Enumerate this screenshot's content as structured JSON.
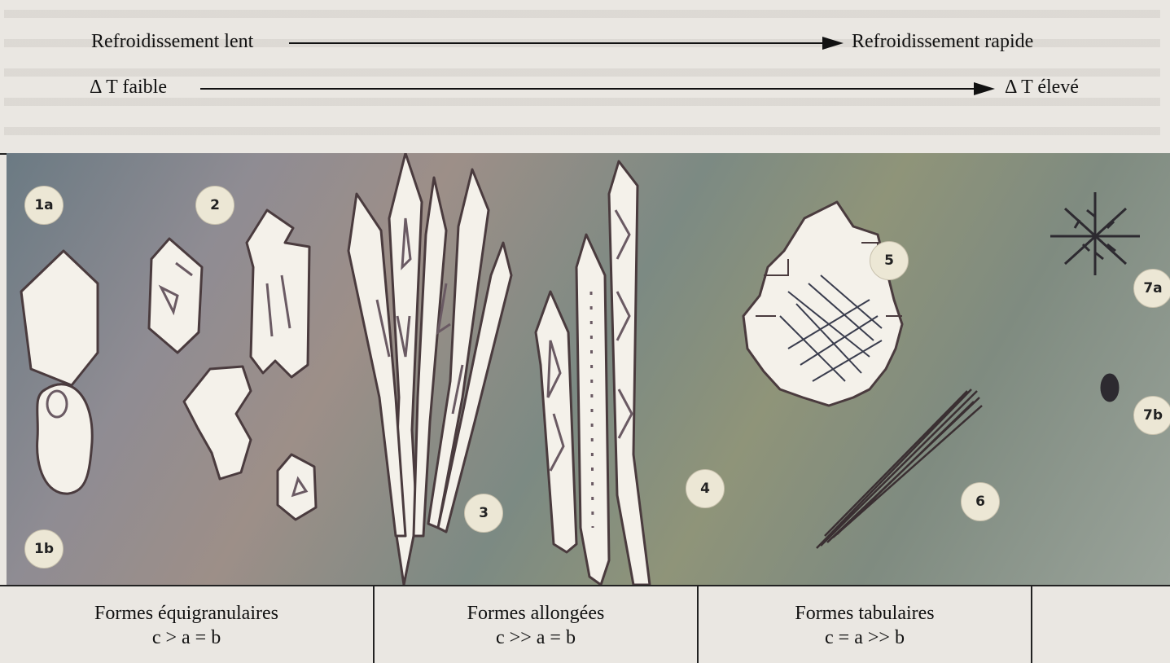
{
  "scale": {
    "slow": "Refroidissement lent",
    "fast": "Refroidissement rapide",
    "dt_low": "Δ T faible",
    "dt_high": "Δ T élevé"
  },
  "labels": {
    "l1a": "1a",
    "l1b": "1b",
    "l2": "2",
    "l3": "3",
    "l4": "4",
    "l5": "5",
    "l6": "6",
    "l7a": "7a",
    "l7b": "7b"
  },
  "categories": [
    {
      "title": "Formes équigranulaires",
      "formula": "c > a = b"
    },
    {
      "title": "Formes allongées",
      "formula": "c >> a = b"
    },
    {
      "title": "Formes tabulaires",
      "formula": "c = a >> b"
    }
  ],
  "colors": {
    "crystal_fill": "#f4f1ea",
    "crystal_stroke": "#4a3b3e",
    "inclusion": "#6a5a63",
    "dendrite": "#2d2a30"
  }
}
